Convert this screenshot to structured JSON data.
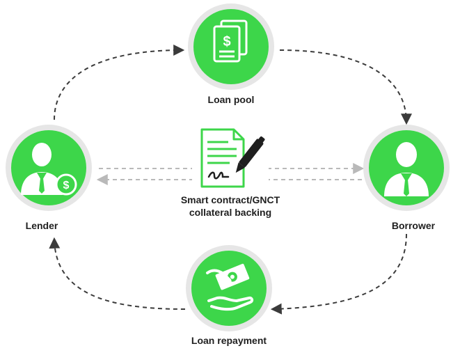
{
  "colors": {
    "node_green": "#3dd64a",
    "node_ring": "#e6e6e6",
    "icon_white": "#ffffff",
    "contract_green": "#3dd64a",
    "arrow_dark": "#3b3b3b",
    "arrow_light": "#b9b9b9",
    "text": "#1f1f1f"
  },
  "nodes": {
    "loan_pool": {
      "label": "Loan pool",
      "icon": "document-dollar-icon"
    },
    "borrower": {
      "label": "Borrower",
      "icon": "businessman-icon"
    },
    "lender": {
      "label": "Lender",
      "icon": "businessman-dollar-icon"
    },
    "loan_repayment": {
      "label": "Loan repayment",
      "icon": "hand-giving-money-icon"
    }
  },
  "center": {
    "line1": "Smart contract/GNCT",
    "line2": "collateral backing",
    "icon": "contract-signing-icon"
  }
}
